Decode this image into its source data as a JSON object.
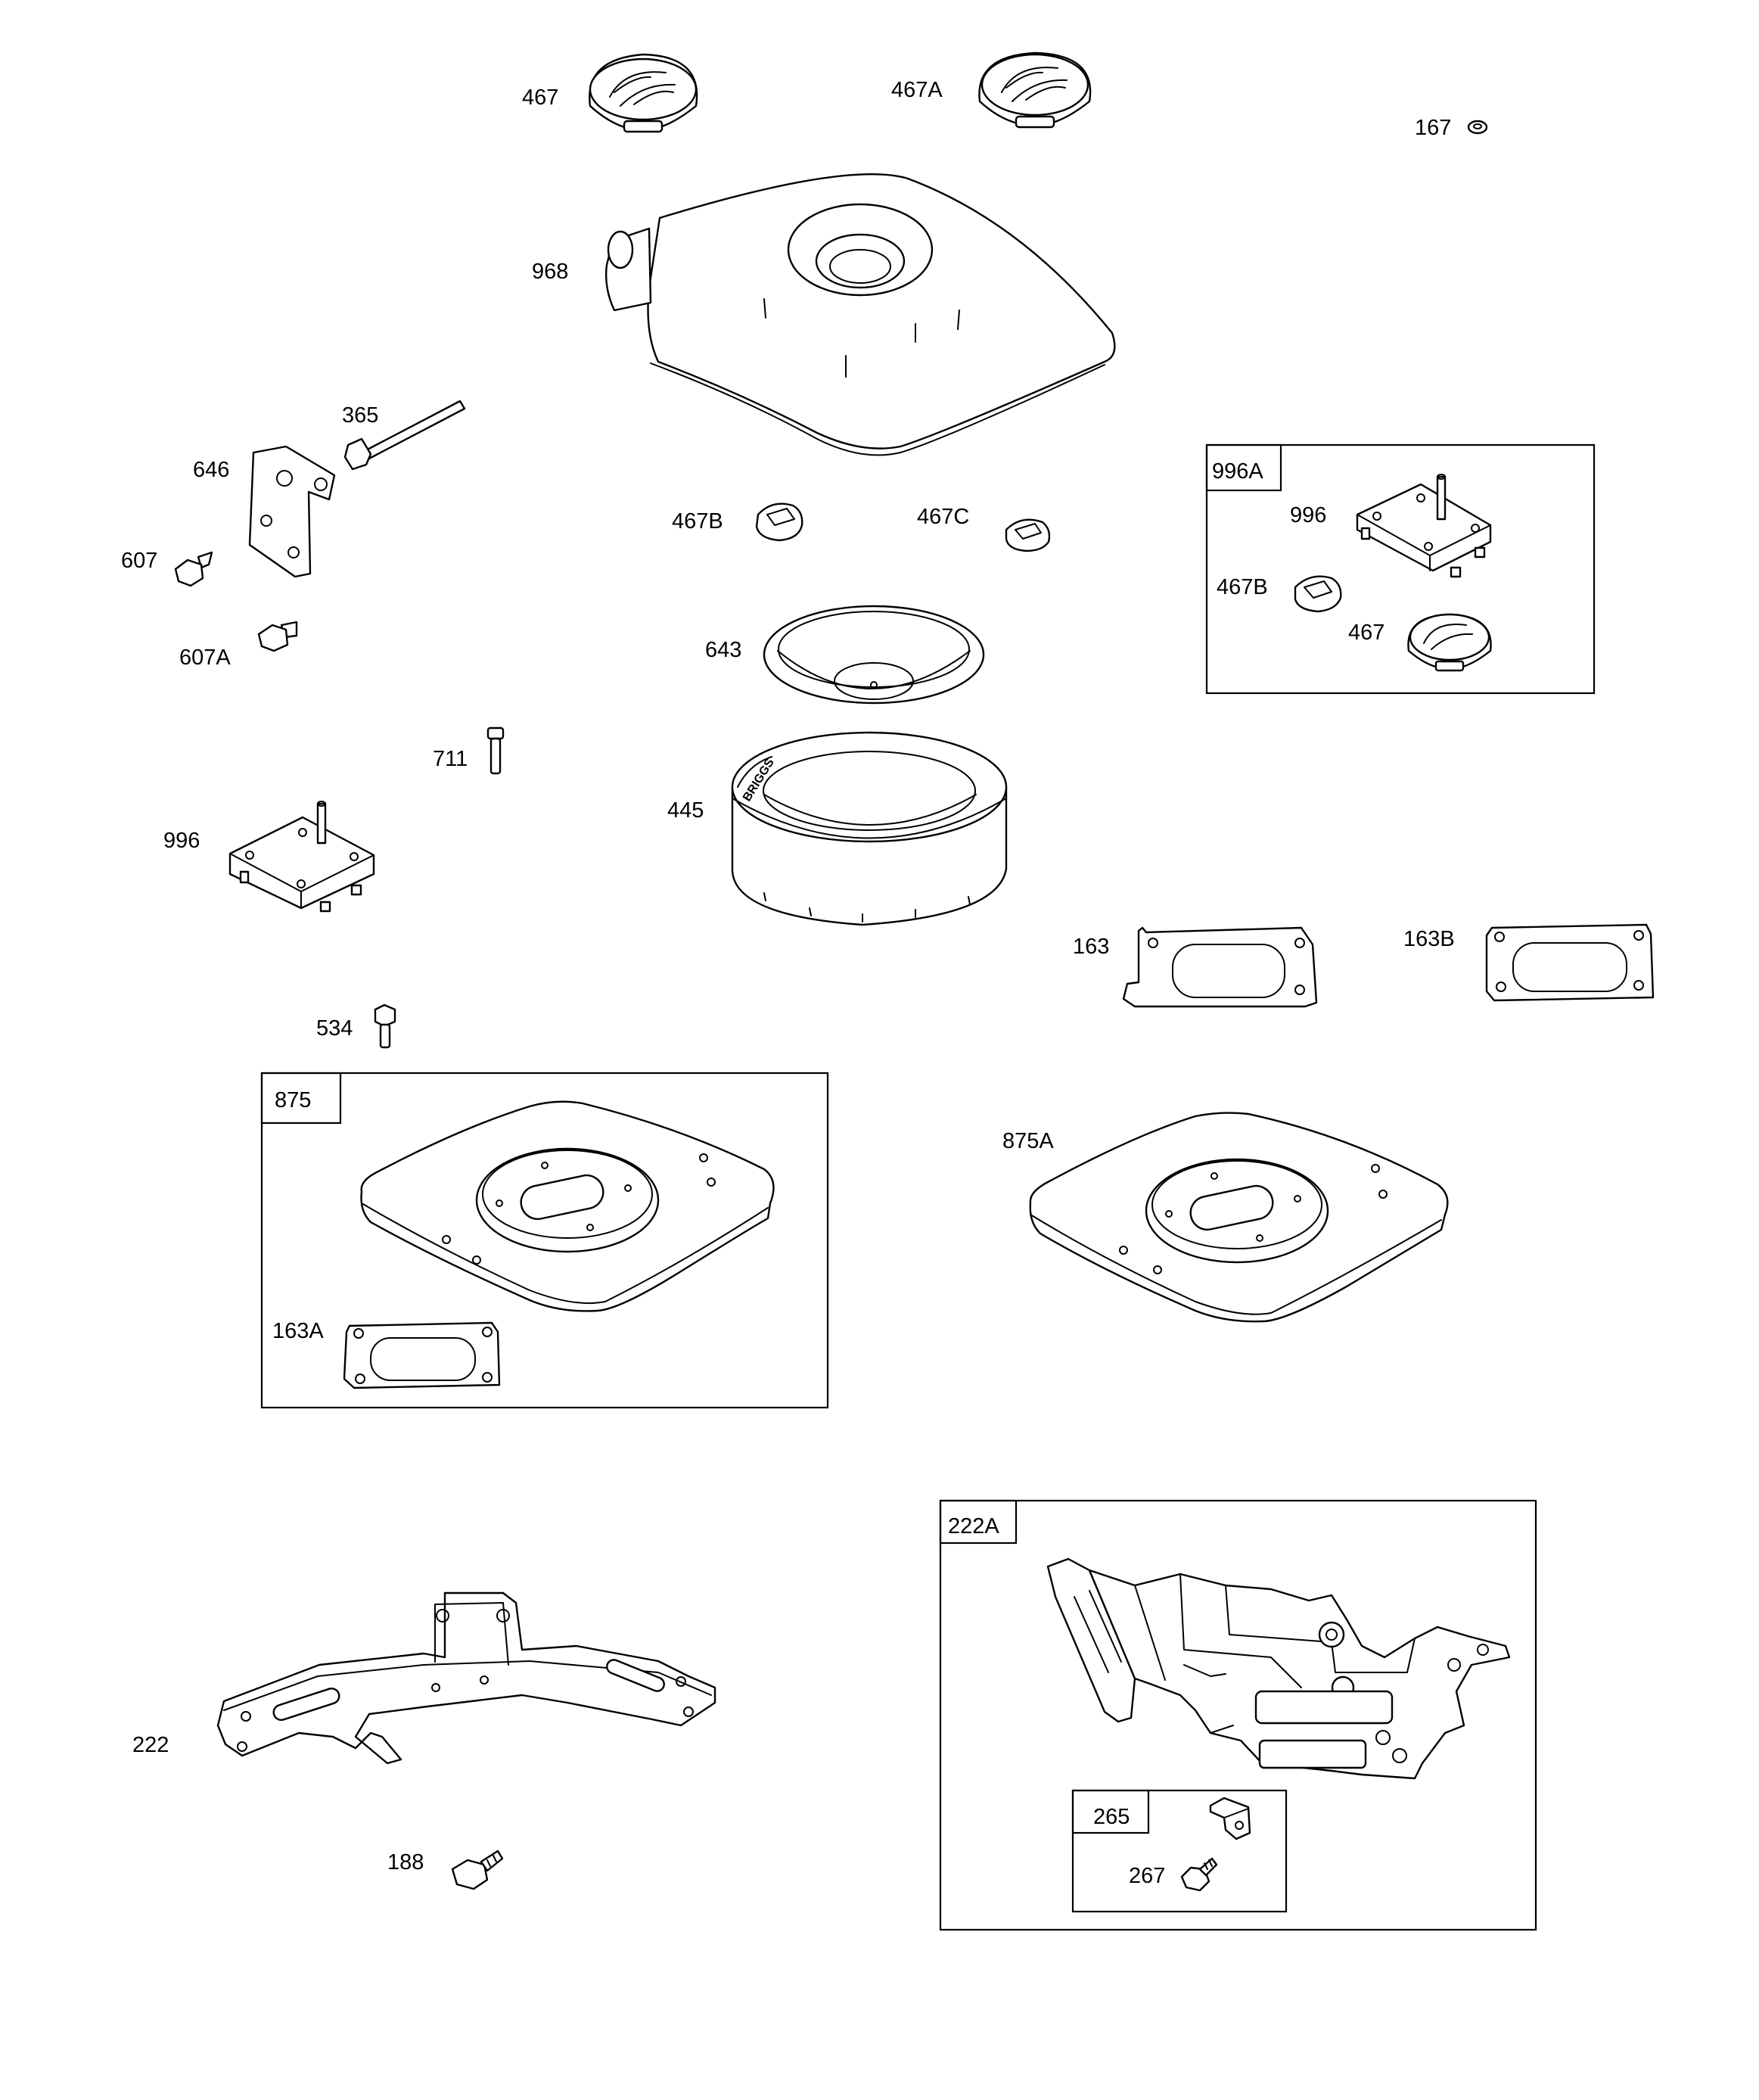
{
  "labels": {
    "p467_top": "467",
    "p467A": "467A",
    "p167": "167",
    "p968": "968",
    "p365": "365",
    "p646": "646",
    "p607": "607",
    "p607A": "607A",
    "p467B": "467B",
    "p467C": "467C",
    "p643": "643",
    "p711": "711",
    "p445": "445",
    "p996": "996",
    "p163": "163",
    "p163B": "163B",
    "p534": "534",
    "p875": "875",
    "p875A": "875A",
    "p163A": "163A",
    "p222": "222",
    "p188": "188",
    "p222A": "222A",
    "p265": "265",
    "p267": "267",
    "kit996A": {
      "title": "996A",
      "p996": "996",
      "p467B": "467B",
      "p467": "467"
    }
  },
  "filter_print": "BRIGGS"
}
